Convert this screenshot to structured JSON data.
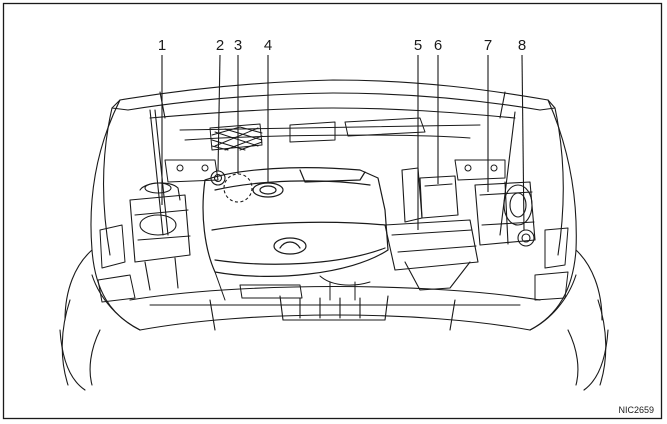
{
  "figure_code": "NIC2659",
  "callouts": [
    {
      "label": "1"
    },
    {
      "label": "2"
    },
    {
      "label": "3"
    },
    {
      "label": "4"
    },
    {
      "label": "5"
    },
    {
      "label": "6"
    },
    {
      "label": "7"
    },
    {
      "label": "8"
    }
  ],
  "colors": {
    "line": "#1a1a1a",
    "background": "#ffffff"
  }
}
